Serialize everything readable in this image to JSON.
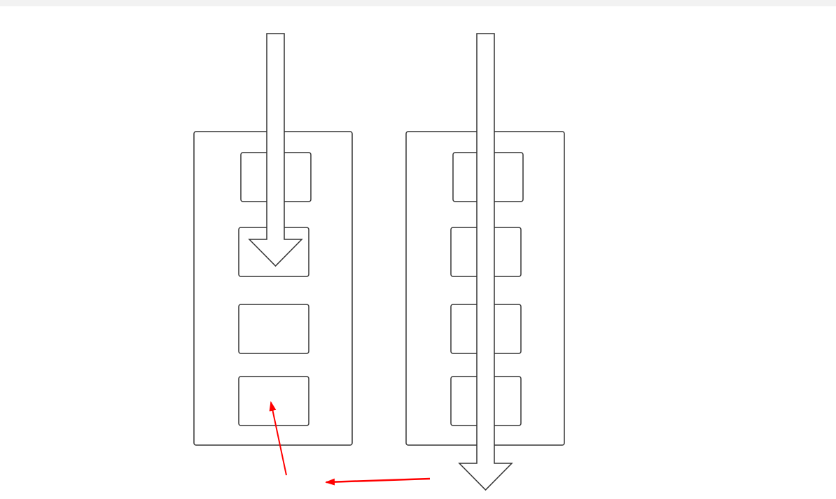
{
  "canvas": {
    "background": "#ffffff",
    "toolbar_strip_color": "#f2f2f2"
  },
  "diagram": {
    "stroke_color": "#333333",
    "fill_color": "#ffffff",
    "annotation_color": "#ff0000",
    "groups": [
      {
        "id": "left-group",
        "slot_count": 4,
        "arrow": "down-arrow-ends-at-slot-2"
      },
      {
        "id": "right-group",
        "slot_count": 4,
        "arrow": "down-arrow-passes-through-all-slots"
      }
    ],
    "annotations": [
      {
        "id": "red-arrow-up-to-left-slot-4",
        "icon": "arrow-icon"
      },
      {
        "id": "red-arrow-left-toward-left-group",
        "icon": "arrow-icon"
      }
    ]
  }
}
